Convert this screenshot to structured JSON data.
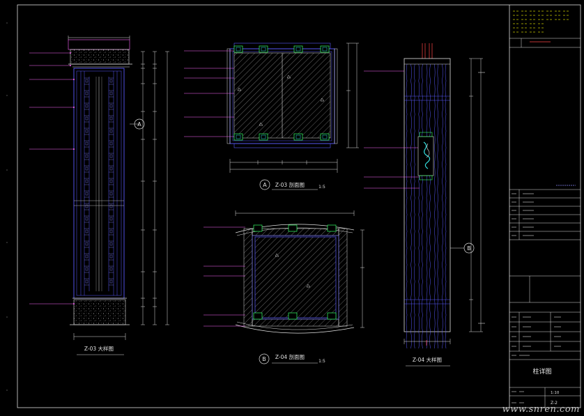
{
  "views": [
    {
      "id": "z03-elev",
      "label": "Z-03 大样图"
    },
    {
      "id": "z03-sec",
      "badge": "A",
      "label": "Z-03 剖面图",
      "scale": "1:5"
    },
    {
      "id": "z04-sec",
      "badge": "B",
      "label": "Z-04 剖面图",
      "scale": "1:5"
    },
    {
      "id": "z04-elev",
      "label": "Z-04 大样图"
    }
  ],
  "callout_badges": [
    "A",
    "B"
  ],
  "title_block": {
    "drawing_name": "柱详图",
    "scale_value": "1:10",
    "drawing_no": "Z-2"
  },
  "watermark": "www.snren.com",
  "colors": {
    "line": "#5a5aff",
    "frame": "#e0e0e0",
    "dimension": "#ffffff",
    "glass": "#8a8aff",
    "hatch": "#d8d8d8",
    "label": "#ff66ff",
    "note": "#ffff00",
    "dim_green": "#33ff66",
    "cyan": "#33dddd",
    "red": "#ff4444",
    "magenta": "#ff44ff"
  }
}
